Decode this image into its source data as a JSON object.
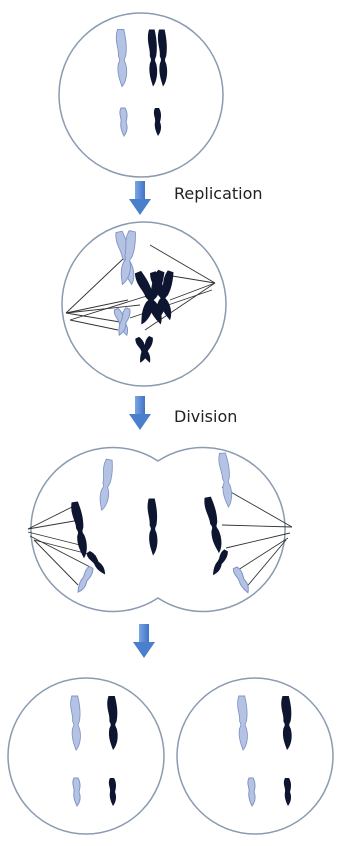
{
  "labels": {
    "replication": "Replication",
    "division": "Division"
  },
  "colors": {
    "cell_outline": "#8a9bb0",
    "cell_fill": "#ffffff",
    "chromosome_dark": "#0d1530",
    "chromosome_light": "#b4c3e3",
    "chromosome_light_stroke": "#7f94c4",
    "arrow": "#5b8fd6",
    "spindle": "#333333"
  },
  "stages": [
    "parent-cell",
    "replicated-cell",
    "dividing-cell",
    "daughter-cells"
  ]
}
